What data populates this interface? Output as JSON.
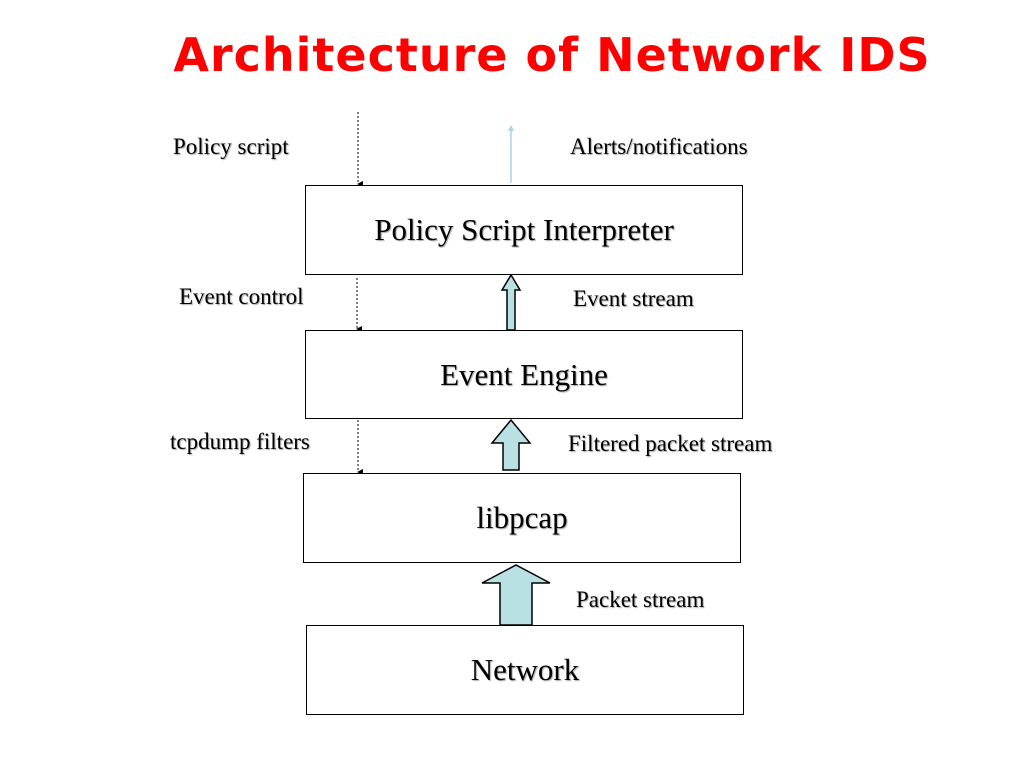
{
  "title": "Architecture of Network IDS",
  "boxes": {
    "interpreter": "Policy Script Interpreter",
    "engine": "Event Engine",
    "libpcap": "libpcap",
    "network": "Network"
  },
  "labels": {
    "policy_script": "Policy script",
    "alerts": "Alerts/notifications",
    "event_control": "Event control",
    "event_stream": "Event stream",
    "tcpdump_filters": "tcpdump filters",
    "filtered_stream": "Filtered packet stream",
    "packet_stream": "Packet stream"
  },
  "colors": {
    "title": "#ff0000",
    "arrow_fill": "#b9e0e2"
  }
}
